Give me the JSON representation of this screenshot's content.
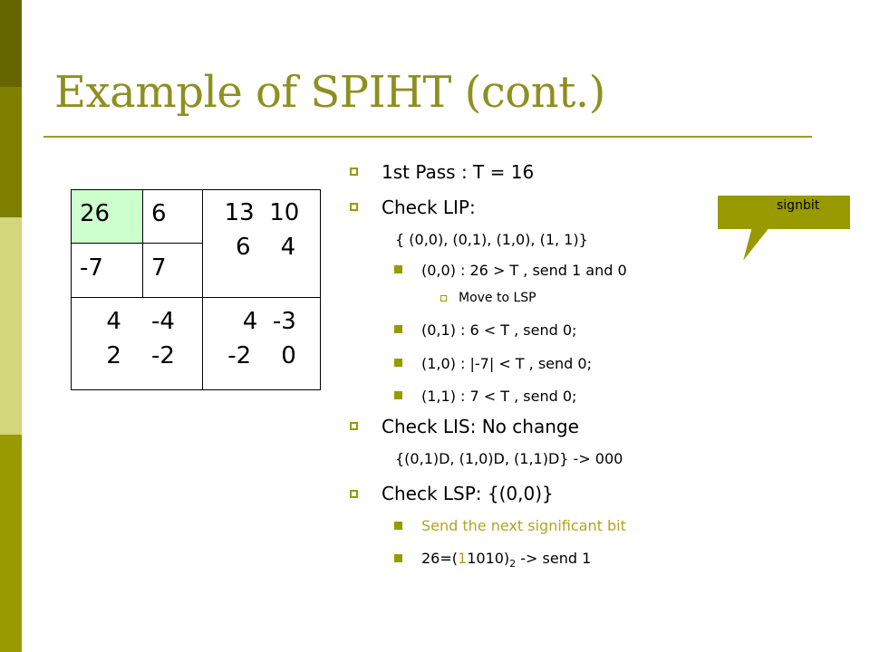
{
  "slide": {
    "title": "Example of SPIHT (cont.)",
    "accent_color": "#999900",
    "highlight_color": "#ccffcc"
  },
  "matrix": {
    "top_left": "26",
    "top_right": "6",
    "mid_left": "-7",
    "mid_right": "7",
    "block_tr": "13  10\n 6    4",
    "block_bl": " 4    -4\n 2    -2",
    "block_br": "  4  -3\n-2    0"
  },
  "callout": {
    "label": "signbit"
  },
  "content": {
    "pass": "1st Pass  : T = 16",
    "check_lip": "Check LIP:",
    "lip_set": "{ (0,0), (0,1), (1,0), (1, 1)}",
    "lip_00": "(0,0) : 26 > T  , send 1 and 0",
    "lip_00_sub": "Move to LSP",
    "lip_01": "(0,1) : 6 < T , send 0;",
    "lip_10": "(1,0) : |-7| < T , send 0;",
    "lip_11": "(1,1) : 7 < T , send 0;",
    "check_lis": "Check LIS: No change",
    "lis_set": "{(0,1)D, (1,0)D, (1,1)D} -> 000",
    "check_lsp": "Check LSP: {(0,0)}",
    "lsp_next": "Send the next significant bit",
    "lsp_bin_prefix": "26=(",
    "lsp_bin_hl": "1",
    "lsp_bin_rest": "1010)",
    "lsp_bin_sub": "2",
    "lsp_bin_suffix": " -> send 1"
  }
}
